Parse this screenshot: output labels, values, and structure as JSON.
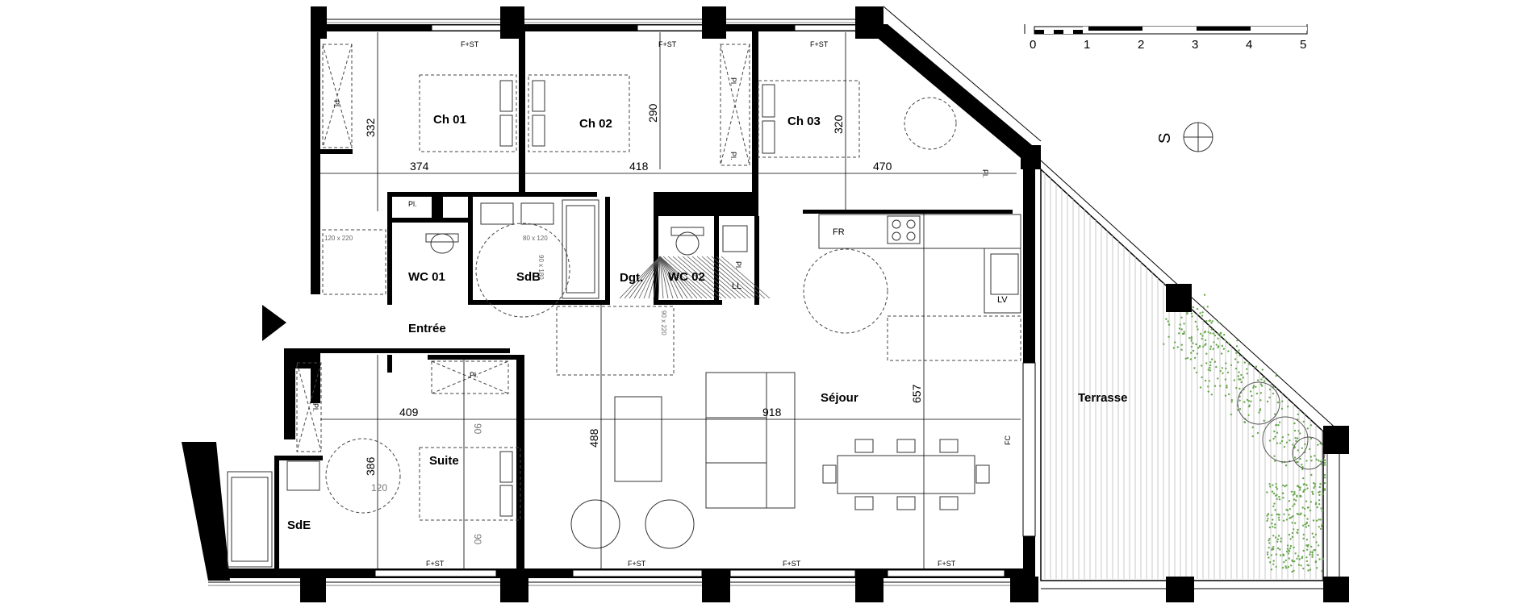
{
  "rooms": {
    "ch01": "Ch 01",
    "ch02": "Ch 02",
    "ch03": "Ch 03",
    "wc01": "WC 01",
    "sdb": "SdB",
    "dgt": "Dgt.",
    "wc02": "WC 02",
    "ll": "LL",
    "entree": "Entrée",
    "sejour": "Séjour",
    "terrasse": "Terrasse",
    "suite": "Suite",
    "sde": "SdE"
  },
  "dimensions": {
    "ch01_h": "332",
    "ch02_h": "290",
    "ch03_h": "320",
    "w_374": "374",
    "w_418": "418",
    "w_470": "470",
    "w_409": "409",
    "w_918": "918",
    "h_657": "657",
    "h_488": "488",
    "h_386": "386",
    "suite_90a": "90",
    "suite_90b": "90",
    "suite_120": "120"
  },
  "labels": {
    "fst": "F+ST",
    "pl": "Pl.",
    "fr": "FR",
    "lv": "LV",
    "fc": "FC",
    "clear_120x220": "120 x 220",
    "clear_80x120": "80 x 120",
    "clear_90x180": "90 x 180",
    "clear_90x220": "90 x 220"
  },
  "scale": {
    "marks": [
      "0",
      "1",
      "2",
      "3",
      "4",
      "5"
    ]
  },
  "compass": {
    "letter": "S"
  }
}
